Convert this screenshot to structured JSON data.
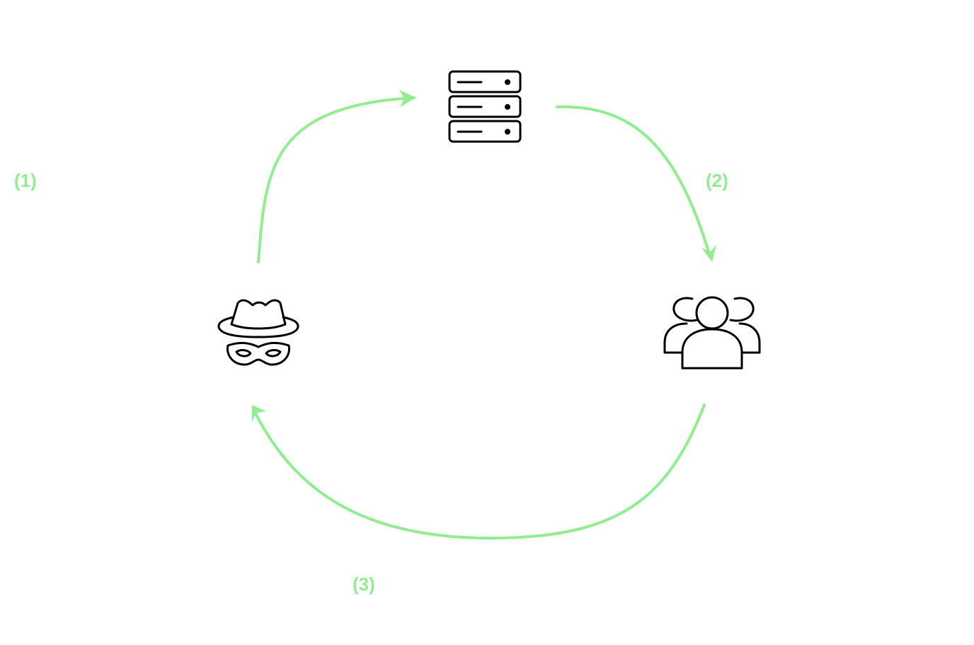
{
  "colors": {
    "arrow": "#90EE90",
    "label": "#90EE90",
    "icon": "#000000",
    "background": "#ffffff"
  },
  "nodes": {
    "attacker": {
      "icon": "spy-hat-mask-icon"
    },
    "server": {
      "icon": "server-stack-icon"
    },
    "users": {
      "icon": "users-group-icon"
    }
  },
  "steps": {
    "step1": {
      "label": "(1)"
    },
    "step2": {
      "label": "(2)"
    },
    "step3": {
      "label": "(3)"
    }
  }
}
